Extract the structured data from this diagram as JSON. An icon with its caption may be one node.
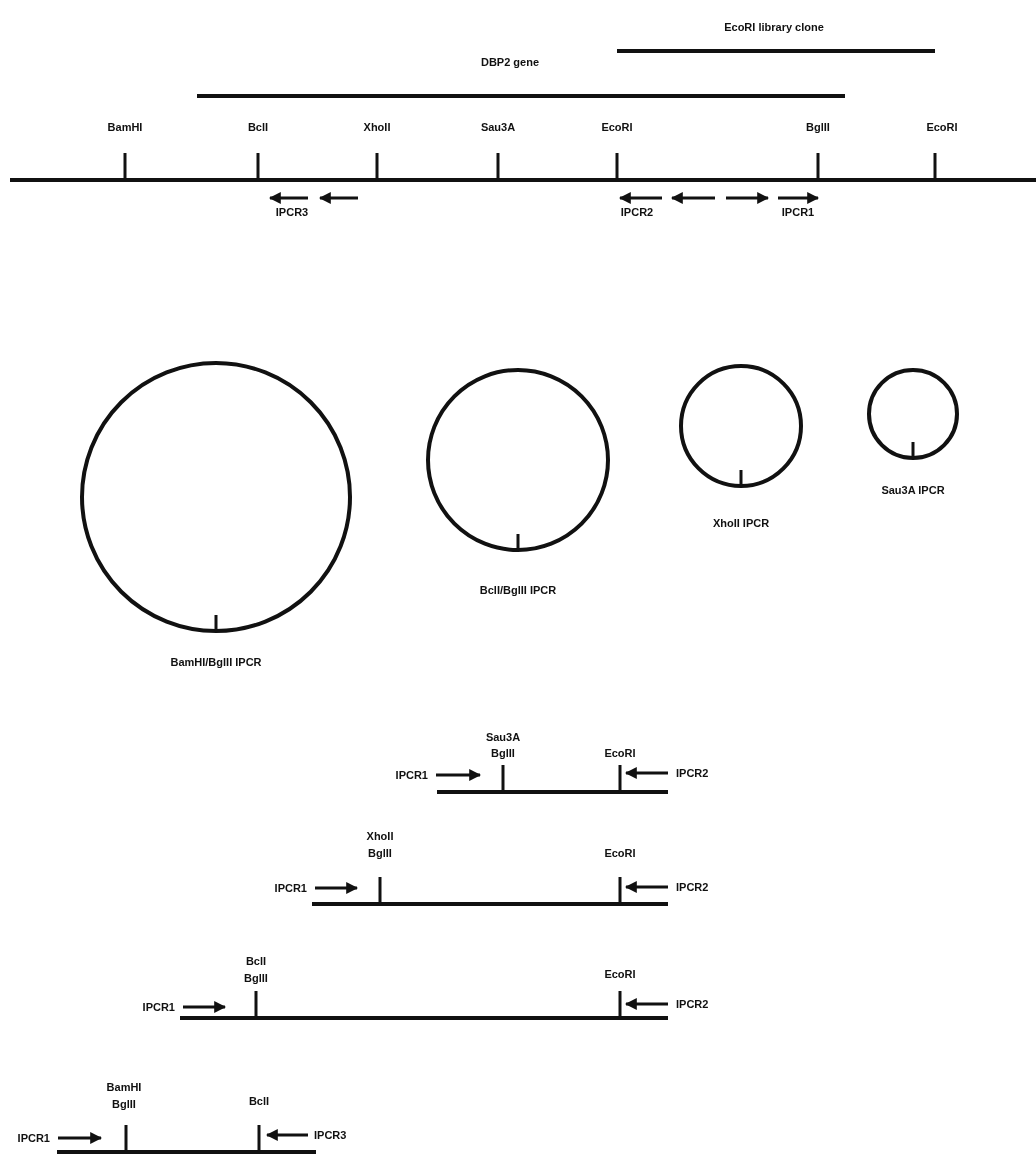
{
  "diagram": {
    "nodes": [
      {
        "text": [
          "BamHI/BglII IPCR"
        ]
      },
      {
        "text": [
          "BclI/BglII IPCR"
        ]
      },
      {
        "text": [
          "XhoII IPCR"
        ]
      },
      {
        "text": [
          "Sau3A IPCR"
        ]
      }
    ],
    "labels": [
      "EcoRI library clone",
      "DBP2 gene",
      "BamHI",
      "BclI",
      "XhoII",
      "Sau3A",
      "EcoRI",
      "BglII",
      "EcoRI",
      "IPCR3",
      "IPCR2",
      "IPCR1",
      "Sau3A",
      "BglII",
      "EcoRI",
      "IPCR1",
      "IPCR2",
      "XhoII",
      "BglII",
      "EcoRI",
      "IPCR1",
      "IPCR2",
      "BclI",
      "BglII",
      "EcoRI",
      "IPCR1",
      "IPCR2",
      "BamHI",
      "BglII",
      "BclI",
      "IPCR1",
      "IPCR3"
    ]
  }
}
